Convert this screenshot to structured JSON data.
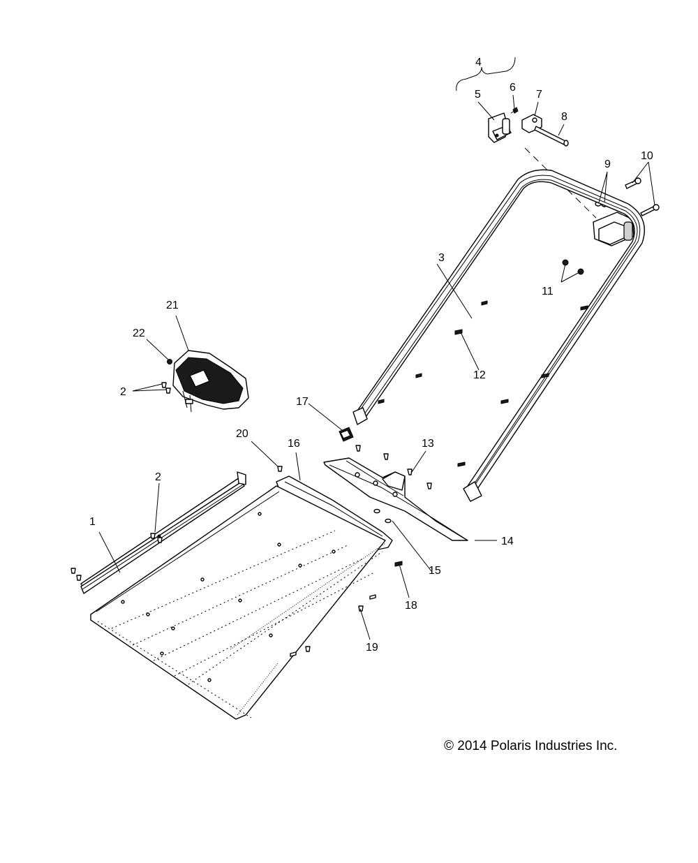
{
  "callouts": {
    "c1": "1",
    "c2a": "2",
    "c2b": "2",
    "c3": "3",
    "c4": "4",
    "c5": "5",
    "c6": "6",
    "c7": "7",
    "c8": "8",
    "c9": "9",
    "c10": "10",
    "c11": "11",
    "c12": "12",
    "c13": "13",
    "c14": "14",
    "c15": "15",
    "c16": "16",
    "c17": "17",
    "c18": "18",
    "c19": "19",
    "c20": "20",
    "c21": "21",
    "c22": "22"
  },
  "copyright": "© 2014 Polaris Industries Inc."
}
